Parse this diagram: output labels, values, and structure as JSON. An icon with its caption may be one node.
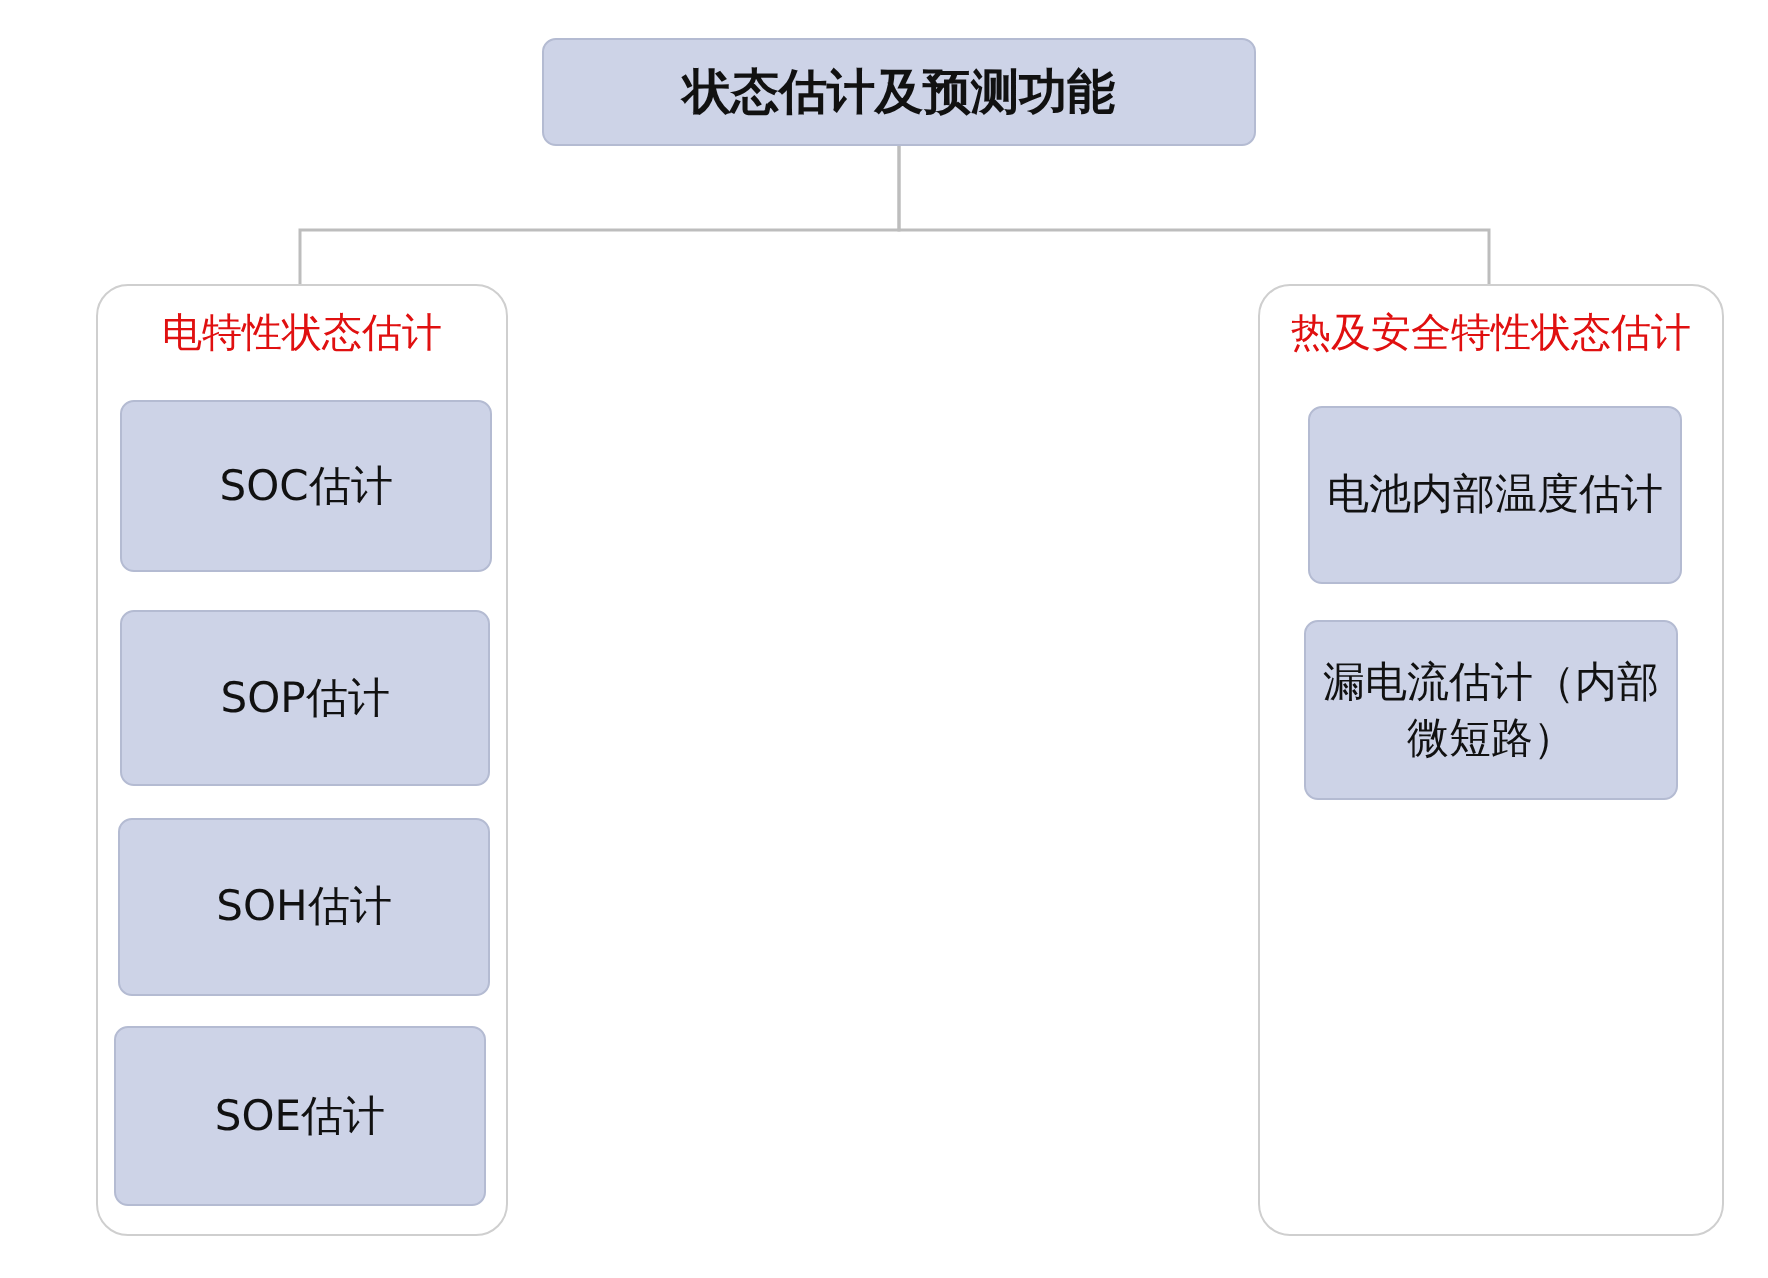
{
  "diagram": {
    "nodes": [
      {
        "text": [
          "状态估计及预测功能"
        ]
      },
      {
        "text": [
          "电特性状态估计"
        ]
      },
      {
        "text": [
          "SOC估计"
        ],
        "in": 1
      },
      {
        "text": [
          "SOP估计"
        ],
        "in": 1
      },
      {
        "text": [
          "SOH估计"
        ],
        "in": 1
      },
      {
        "text": [
          "SOE估计"
        ],
        "in": 1
      },
      {
        "text": [
          "热及安全特性状态估计"
        ]
      },
      {
        "text": [
          "电池内部温度估计"
        ],
        "in": 6
      },
      {
        "text": [
          "漏电流估计（内部微短路）"
        ],
        "in": 6
      }
    ],
    "edges": [
      {
        "from": 0,
        "to": 1,
        "arrow": "none"
      },
      {
        "from": 0,
        "to": 6,
        "arrow": "none"
      }
    ]
  }
}
